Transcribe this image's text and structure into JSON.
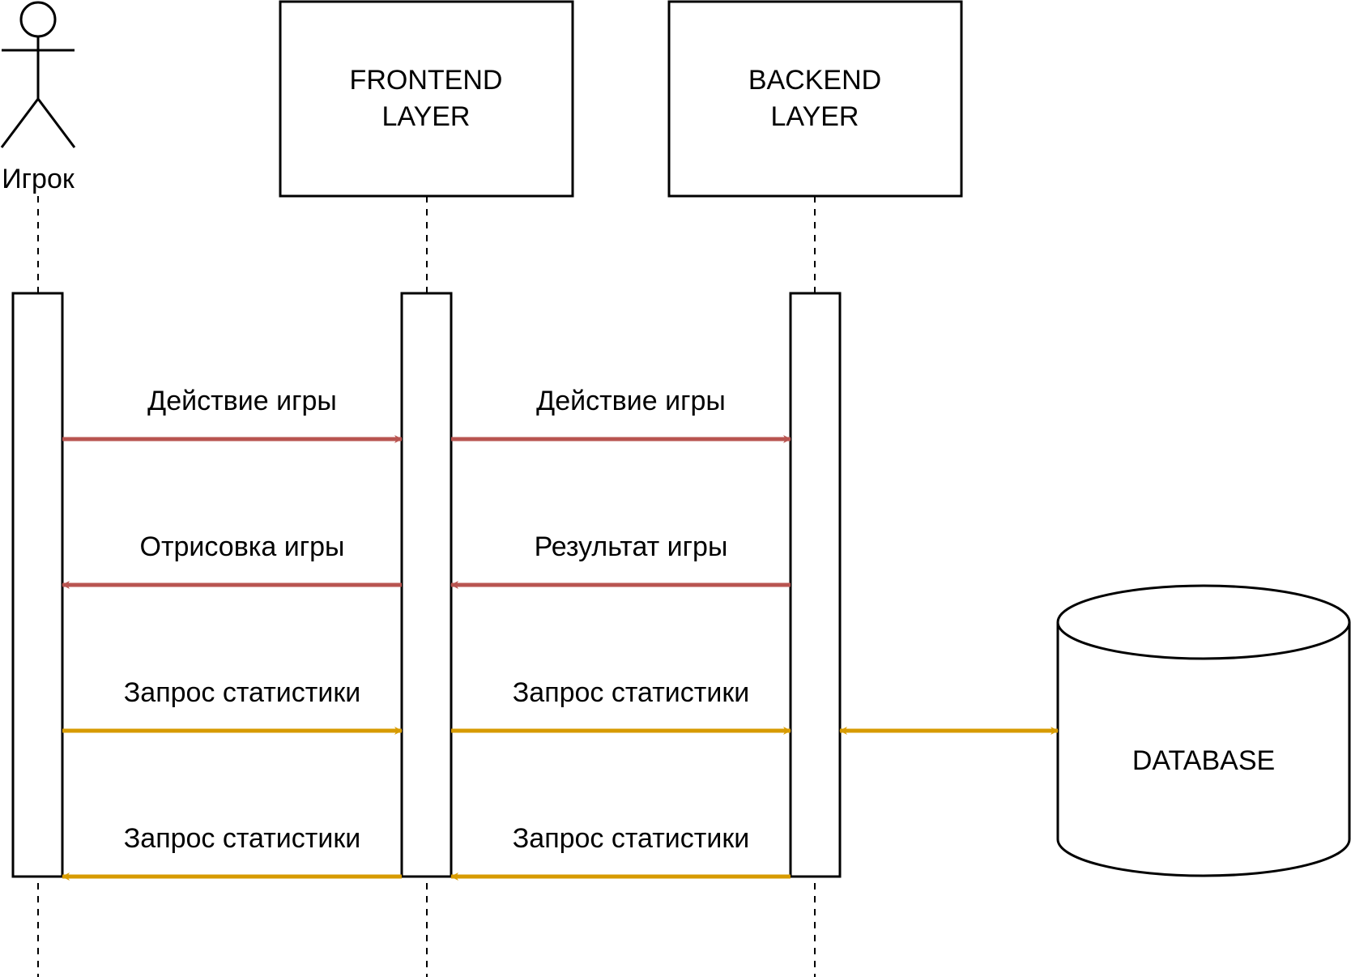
{
  "actor": {
    "label": "Игрок",
    "icon": "stick-figure-icon"
  },
  "participants": [
    {
      "key": "frontend",
      "line1": "FRONTEND",
      "line2": "LAYER"
    },
    {
      "key": "backend",
      "line1": "BACKEND",
      "line2": "LAYER"
    }
  ],
  "database": {
    "label": "DATABASE",
    "icon": "database-cylinder-icon"
  },
  "colors": {
    "red": "#b85450",
    "orange": "#d79b00",
    "stroke": "#000000"
  },
  "messages": [
    {
      "label": "Действие игры",
      "from": "player",
      "to": "frontend",
      "color": "red"
    },
    {
      "label": "Действие игры",
      "from": "frontend",
      "to": "backend",
      "color": "red"
    },
    {
      "label": "Отрисовка игры",
      "from": "frontend",
      "to": "player",
      "color": "red"
    },
    {
      "label": "Результат игры",
      "from": "backend",
      "to": "frontend",
      "color": "red"
    },
    {
      "label": "Запрос статистики",
      "from": "player",
      "to": "frontend",
      "color": "orange"
    },
    {
      "label": "Запрос статистики",
      "from": "frontend",
      "to": "backend",
      "color": "orange"
    },
    {
      "label": "Запрос статистики",
      "from": "frontend",
      "to": "player",
      "color": "orange"
    },
    {
      "label": "Запрос статистики",
      "from": "backend",
      "to": "frontend",
      "color": "orange"
    }
  ],
  "db_link": {
    "from": "backend",
    "to": "database",
    "direction": "both",
    "color": "orange"
  }
}
